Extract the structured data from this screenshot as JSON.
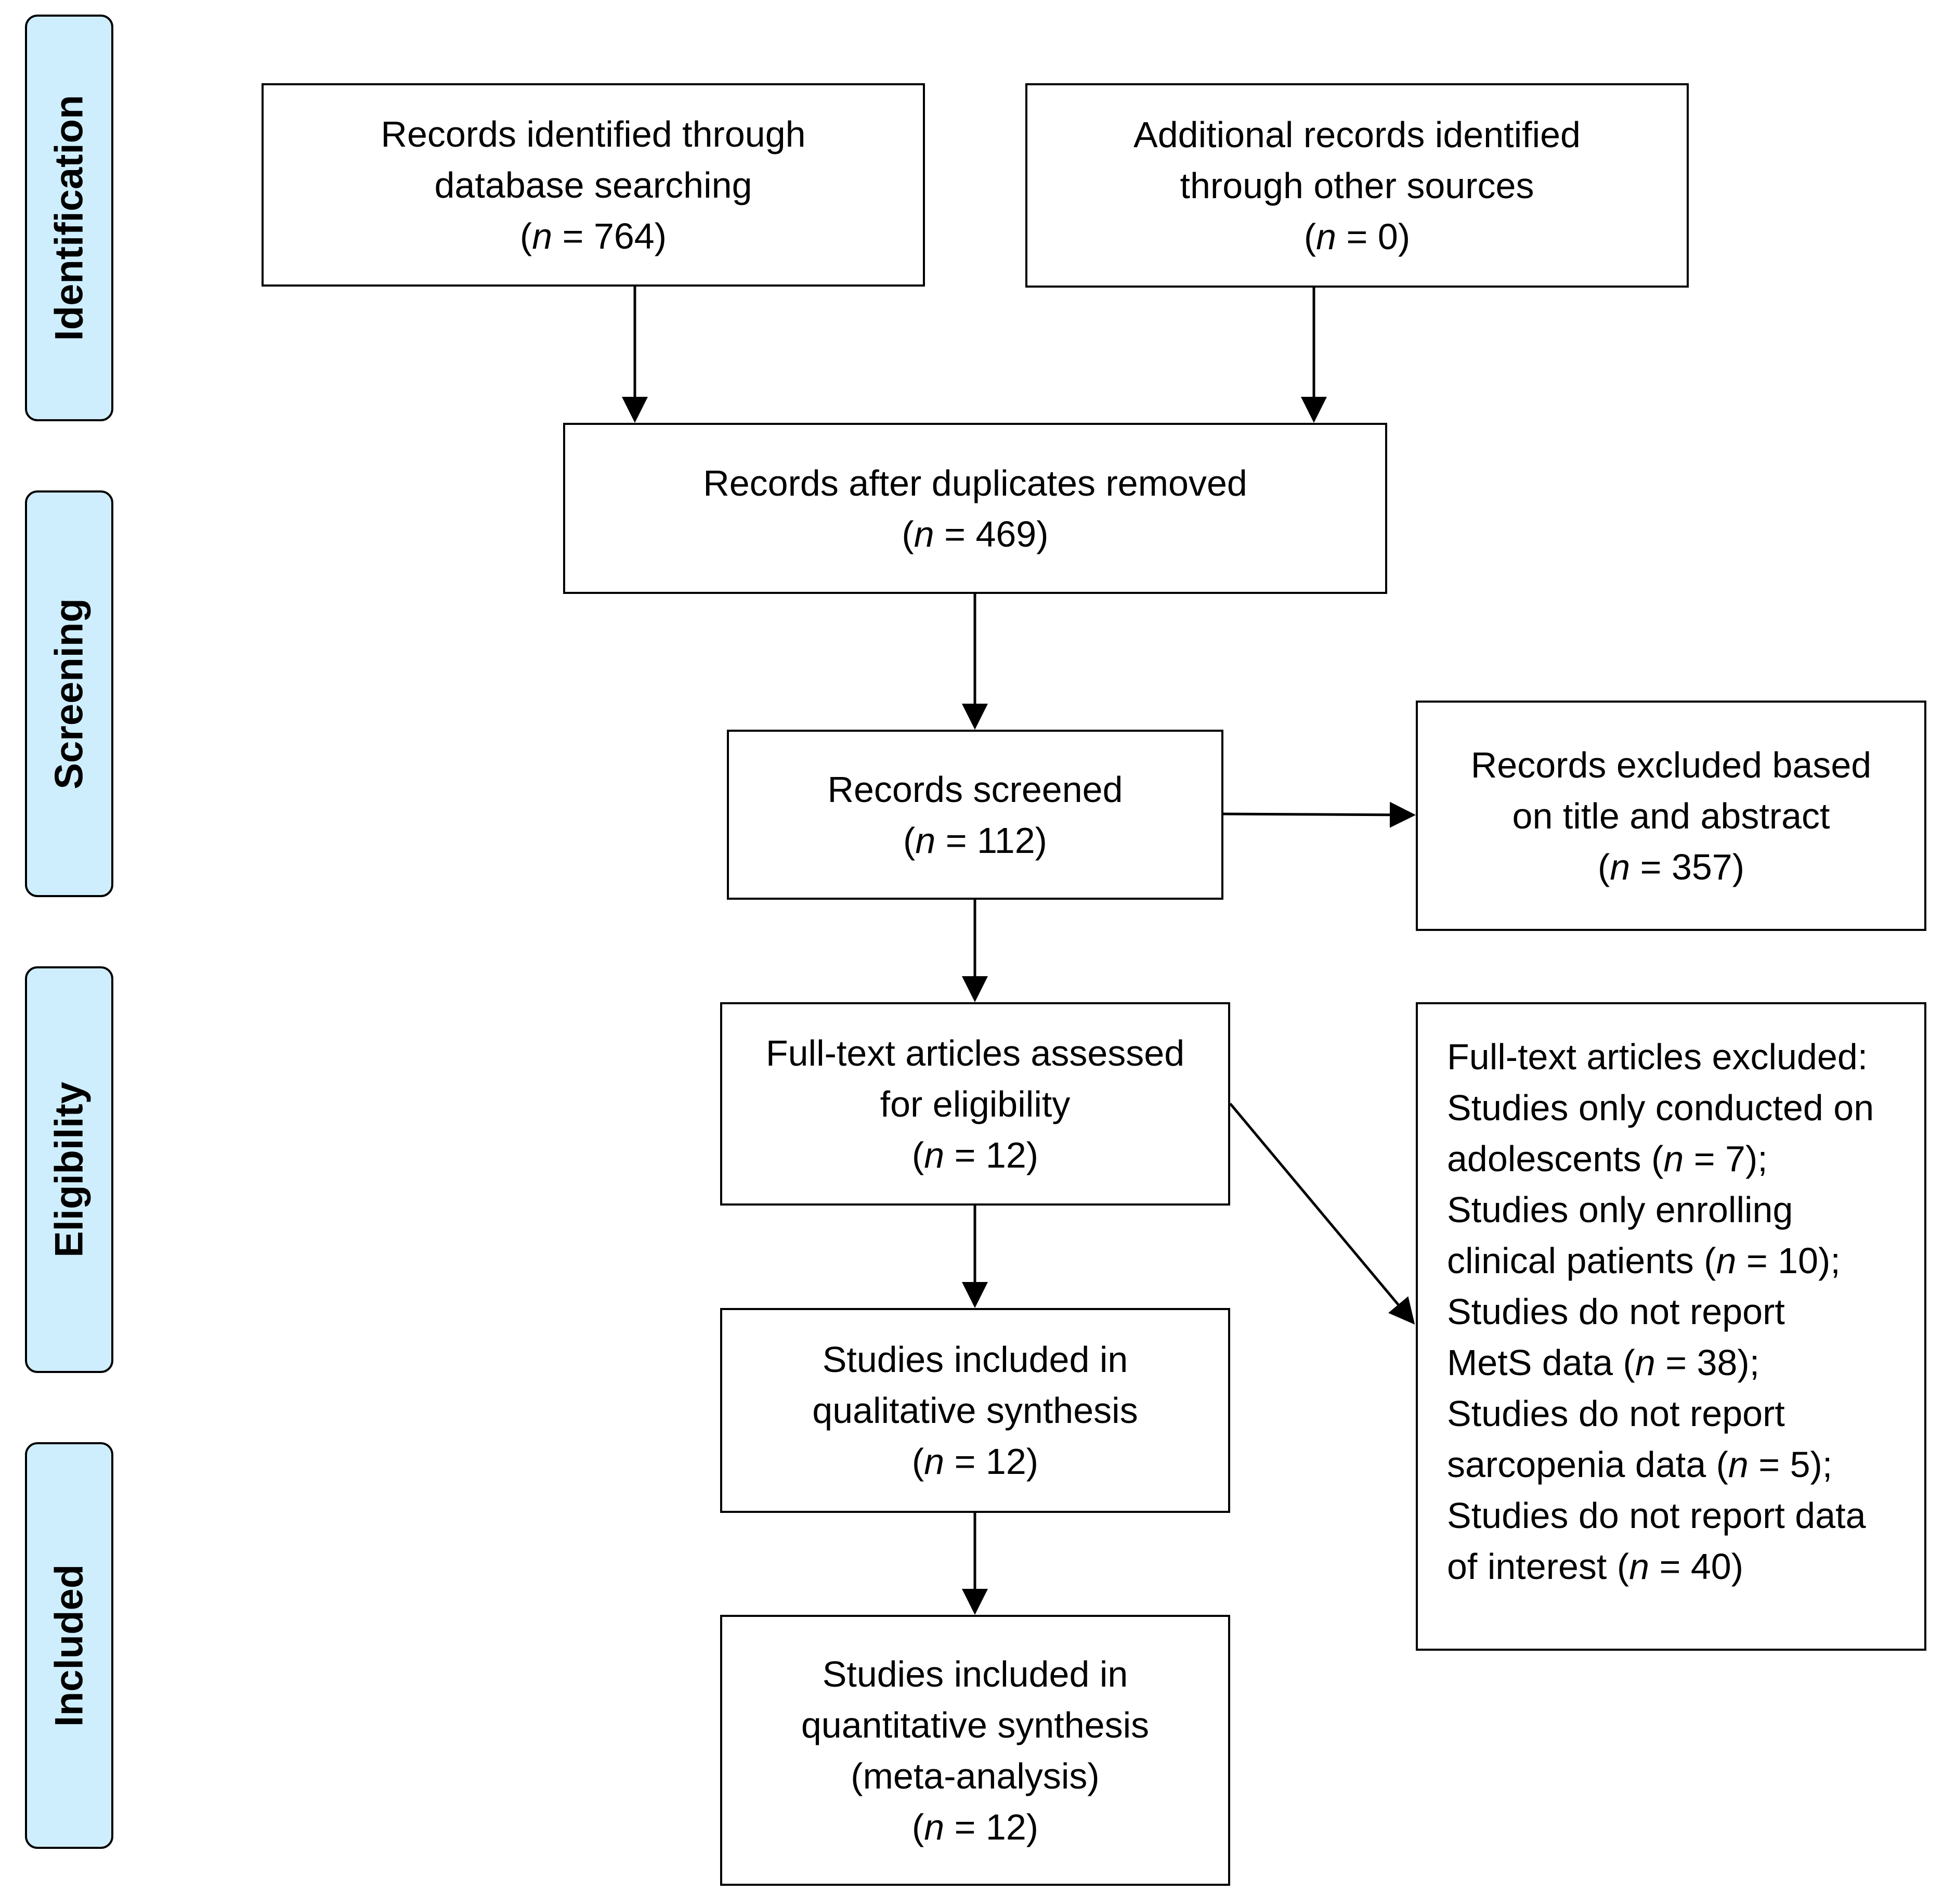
{
  "phases": {
    "identification": "Identification",
    "screening": "Screening",
    "eligibility": "Eligibility",
    "included": "Included"
  },
  "boxes": {
    "database": {
      "lines": [
        "Records identified through",
        "database searching"
      ],
      "count_prefix": "(",
      "n": "n",
      "count": " = 764)"
    },
    "other_sources": {
      "lines": [
        "Additional records identified",
        "through other sources"
      ],
      "count_prefix": "(",
      "n": "n",
      "count": " = 0)"
    },
    "duplicates_removed": {
      "lines": [
        "Records after duplicates removed"
      ],
      "count_prefix": "(",
      "n": "n",
      "count": " = 469)"
    },
    "screened": {
      "lines": [
        "Records screened"
      ],
      "count_prefix": "(",
      "n": "n",
      "count": " = 112)"
    },
    "excluded_title": {
      "lines": [
        "Records excluded based",
        "on title and abstract"
      ],
      "count_prefix": "(",
      "n": "n",
      "count": " = 357)"
    },
    "full_text": {
      "lines": [
        "Full-text articles assessed",
        "for eligibility"
      ],
      "count_prefix": "(",
      "n": "n",
      "count": " = 12)"
    },
    "qualitative": {
      "lines": [
        "Studies included in",
        "qualitative synthesis"
      ],
      "count_prefix": "(",
      "n": "n",
      "count": " =  12)"
    },
    "quantitative": {
      "lines": [
        "Studies included in",
        "quantitative synthesis",
        "(meta-analysis)"
      ],
      "count_prefix": "(",
      "n": "n",
      "count": " =  12)"
    },
    "full_text_excluded": {
      "heading": "Full-text articles excluded:",
      "l1": "Studies only conducted on",
      "l2a": "adolescents (",
      "l2n": "n",
      "l2b": " = 7);",
      "l3": "Studies only enrolling",
      "l4a": "clinical patients (",
      "l4n": "n",
      "l4b": " = 10);",
      "l5": "Studies do not report",
      "l6a": "MetS data  (",
      "l6n": "n",
      "l6b": " = 38);",
      "l7": "Studies do not report",
      "l8a": "sarcopenia data (",
      "l8n": "n",
      "l8b": " = 5);",
      "l9": "Studies do not report data",
      "l10a": "of interest (",
      "l10n": "n",
      "l10b": " = 40)"
    }
  },
  "colors": {
    "phase_fill": "#cfeefd",
    "border": "#000000"
  }
}
